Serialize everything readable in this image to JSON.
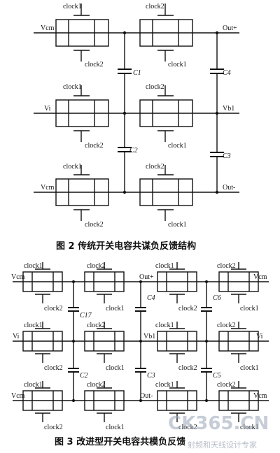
{
  "figure2": {
    "caption": "图 2   传统开关电容共谋负反馈结构",
    "clock1": "clock1",
    "clock2": "clock2",
    "vcm": "Vcm",
    "vi": "Vi",
    "vb1": "Vb1",
    "out_plus": "Out+",
    "out_minus": "Out-",
    "c1": "C1",
    "c2": "C2",
    "c3": "C3",
    "c4": "C4"
  },
  "figure3": {
    "caption": "图 3   改进型开关电容共模负反馈",
    "clock1": "clock1",
    "clock2": "clock2",
    "vcm": "Vcm",
    "vi": "Vi",
    "vb1": "Vb1",
    "out_plus": "Out+",
    "out_minus": "Out-",
    "c17": "C17",
    "c2": "C2",
    "c3": "C3",
    "c4": "C4",
    "c5": "C5",
    "c6": "C6"
  },
  "watermark": {
    "logo": "CK365.CN",
    "tagline": "射频和天线设计专家"
  }
}
